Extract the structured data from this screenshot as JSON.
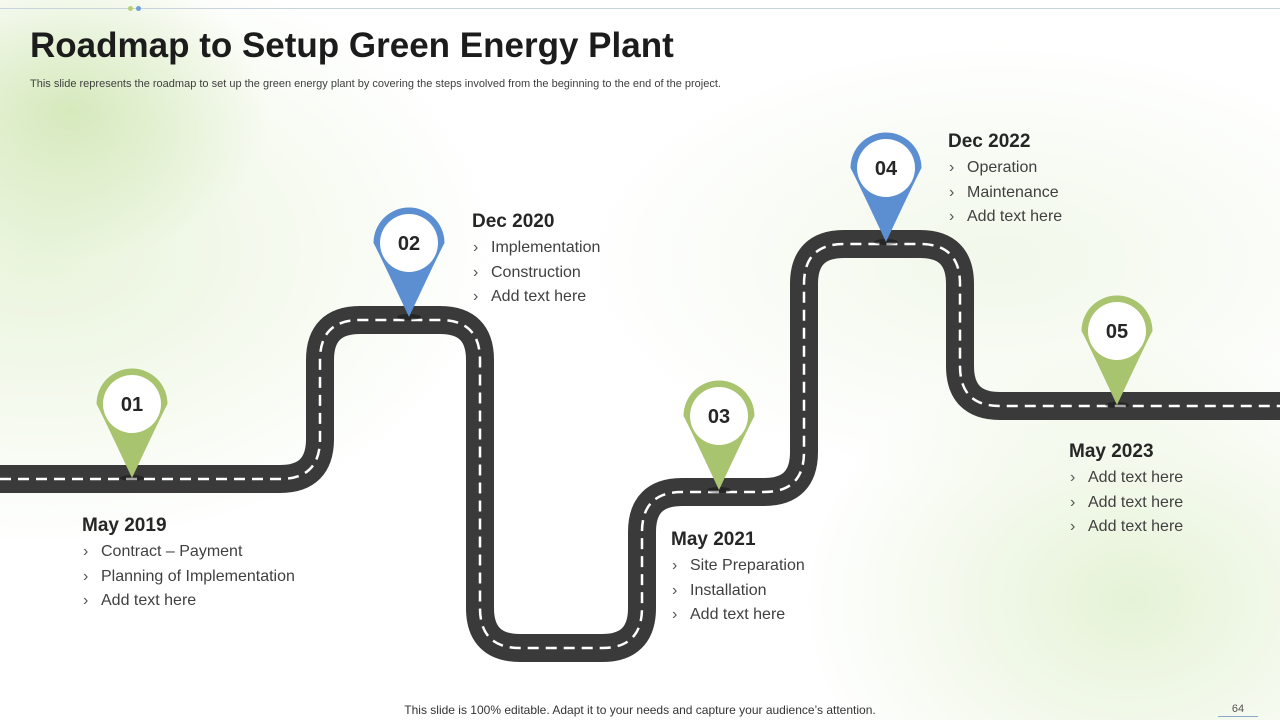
{
  "title": "Roadmap to Setup Green Energy Plant",
  "subtitle": "This slide represents the roadmap to set up the green energy plant by covering the steps involved from the beginning to the end of the project.",
  "milestones": [
    {
      "number": "01",
      "date": "May 2019",
      "items": [
        "Contract – Payment",
        "Planning of Implementation",
        "Add text here"
      ],
      "color": "#a9c46f"
    },
    {
      "number": "02",
      "date": "Dec 2020",
      "items": [
        "Implementation",
        "Construction",
        "Add text here"
      ],
      "color": "#5b8fd2"
    },
    {
      "number": "03",
      "date": "May 2021",
      "items": [
        "Site Preparation",
        "Installation",
        "Add text here"
      ],
      "color": "#a9c46f"
    },
    {
      "number": "04",
      "date": "Dec 2022",
      "items": [
        "Operation",
        "Maintenance",
        "Add text here"
      ],
      "color": "#5b8fd2"
    },
    {
      "number": "05",
      "date": "May 2023",
      "items": [
        "Add text here",
        "Add text here",
        "Add text here"
      ],
      "color": "#a9c46f"
    }
  ],
  "footer": "This slide is 100% editable. Adapt it to your needs and capture your audience’s attention.",
  "page_number": "64",
  "colors": {
    "road": "#3a3a3a",
    "lane": "#ffffff",
    "accent_green": "#a9c46f",
    "accent_blue": "#5b8fd2"
  }
}
